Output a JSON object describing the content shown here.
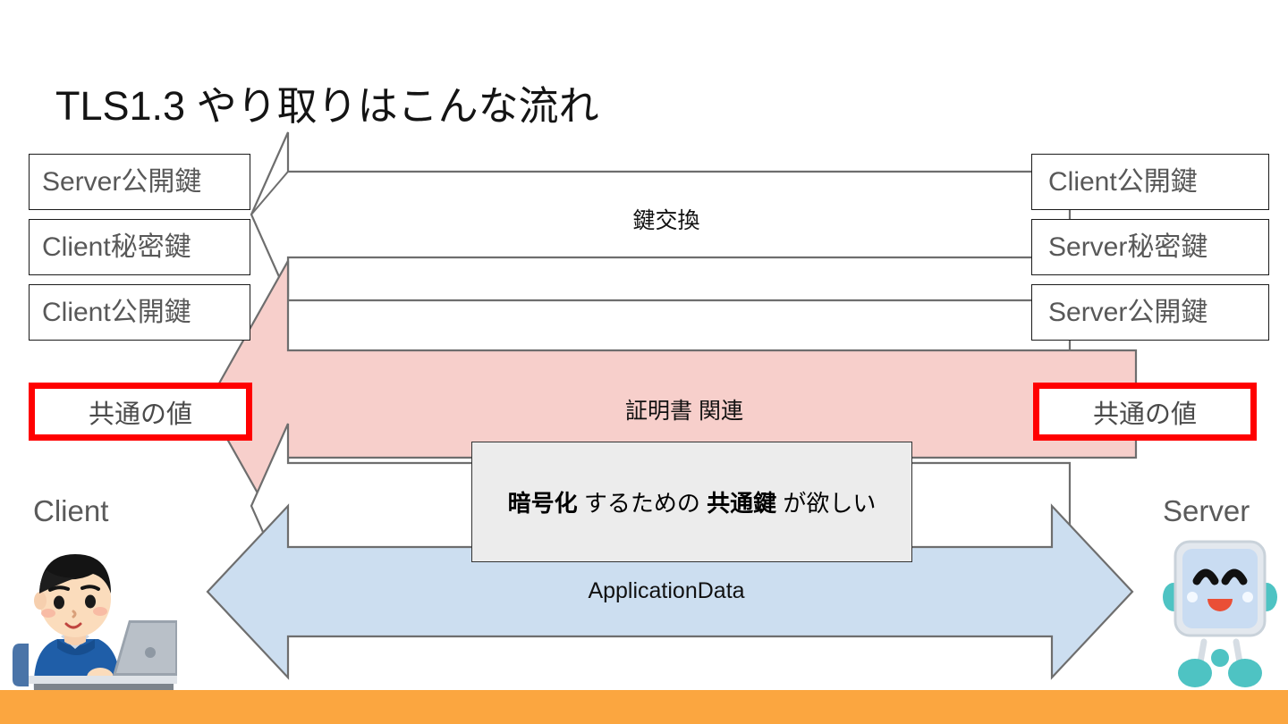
{
  "slide": {
    "title": "TLS1.3 やり取りはこんな流れ",
    "background_color": "#FFFFFF",
    "accent_bar_color": "#FBA640"
  },
  "endpoints": {
    "client": {
      "label": "Client",
      "icon": "person-at-laptop-icon"
    },
    "server": {
      "label": "Server",
      "icon": "robot-server-icon"
    }
  },
  "left_column": {
    "key_boxes": [
      {
        "label": "Server公開鍵"
      },
      {
        "label": "Client秘密鍵"
      },
      {
        "label": "Client公開鍵"
      }
    ],
    "shared_value": {
      "label": "共通の値",
      "border_color": "#FF0000"
    }
  },
  "right_column": {
    "key_boxes": [
      {
        "label": "Client公開鍵"
      },
      {
        "label": "Server秘密鍵"
      },
      {
        "label": "Server公開鍵"
      }
    ],
    "shared_value": {
      "label": "共通の値",
      "border_color": "#FF0000"
    }
  },
  "flows": [
    {
      "name": "key-exchange",
      "label": "鍵交換",
      "fill": "#FFFFFF",
      "stroke": "#6E6E6E",
      "direction": "left"
    },
    {
      "name": "certificate",
      "label": "証明書 関連",
      "fill": "#F7CFCB",
      "stroke": "#6E6E6E",
      "direction": "left"
    },
    {
      "name": "application",
      "label": "ApplicationData",
      "fill": "#CCDEF0",
      "stroke": "#6E6E6E",
      "direction": "both"
    }
  ],
  "callout": {
    "text_parts": [
      {
        "text": "暗号化",
        "bold": true
      },
      {
        "text": " するための ",
        "bold": false
      },
      {
        "text": "共通鍵",
        "bold": true
      },
      {
        "text": " が欲しい",
        "bold": false
      }
    ],
    "plain_text": "暗号化 するための 共通鍵 が欲しい",
    "fill": "#ECECEC",
    "stroke": "#333333"
  }
}
